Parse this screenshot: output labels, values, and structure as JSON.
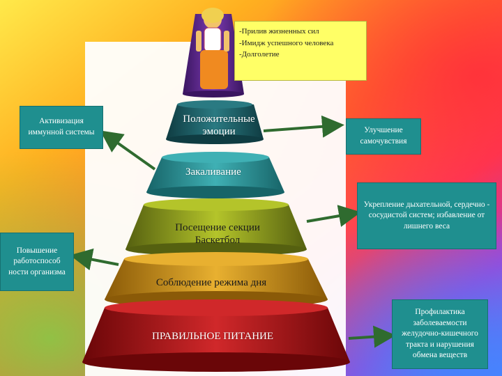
{
  "top_benefits": [
    "-Прилив жизненных сил",
    "-Имидж успешного человека",
    "-Долголетие"
  ],
  "tiers": [
    {
      "label": "Положительные эмоции"
    },
    {
      "label": "Закаливание"
    },
    {
      "label": "Посещение секции Баскетбол"
    },
    {
      "label": "Соблюдение режима дня"
    },
    {
      "label": "ПРАВИЛЬНОЕ ПИТАНИЕ"
    }
  ],
  "effects": {
    "immunity": "Активизация иммунной системы",
    "wellbeing": "Улучшение самочувствия",
    "performance": "Повышение работоспособ ности организма",
    "respiratory": "Укрепление дыхательной, сердечно - сосудистой систем; избавление от лишнего веса",
    "prevention": "Профилактика заболеваемости желудочно-кишечного тракта и нарушения обмена веществ"
  },
  "colors": {
    "teal_box": "#1f8f8f",
    "yellow_note": "#ffff66",
    "arrow": "#2f6b2f",
    "tier_purple": "#5b2a86",
    "tier_dark_teal": "#1c5e64",
    "tier_teal": "#2a8f93",
    "tier_olive": "#8a9a1a",
    "tier_orange": "#c98a1a",
    "tier_red": "#a8181a"
  }
}
